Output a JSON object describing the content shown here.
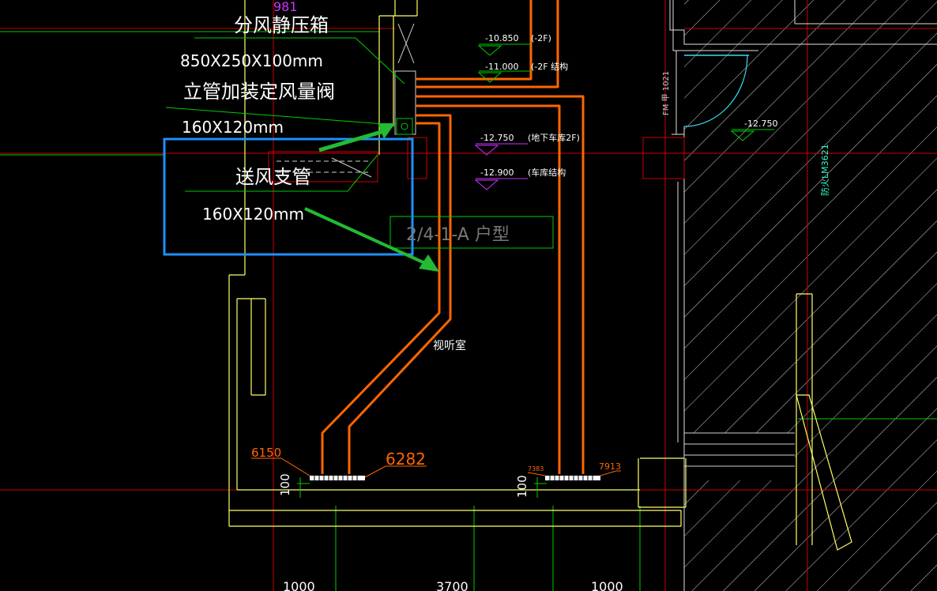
{
  "colors": {
    "background": "#000000",
    "duct": "#ff6600",
    "wall": "#ffff66",
    "axis_red": "#cc0000",
    "hatch": "#cfcfcf",
    "green_line": "#00cc00",
    "highlight_box": "#1e90ff",
    "arrow": "#22bb33",
    "magenta": "#cc33ff",
    "cyan": "#33ffcc",
    "text": "#ffffff"
  },
  "annotations": {
    "plenum_title": "分风静压箱",
    "plenum_size": "850X250X100mm",
    "damper_note": "立管加装定风量阀",
    "damper_size": "160X120mm",
    "branch_title": "送风支管",
    "branch_size": "160X120mm",
    "unit_type": "2/4-1-A 户型",
    "room_name": "视听室",
    "door_tag": "FM 甲 1021",
    "side_tag": "防火LM3621"
  },
  "elevations": [
    {
      "value": "-10.850",
      "note": "(-2F)"
    },
    {
      "value": "-11.000",
      "note": "(-2F 结构"
    },
    {
      "value": "-12.750",
      "note": "(地下车库2F)"
    },
    {
      "value": "-12.900",
      "note": "(车库结构"
    },
    {
      "value": "-12.750",
      "note": ""
    }
  ],
  "diffusers": [
    {
      "left_tag": "6150",
      "right_tag": "6282",
      "clearance": "100"
    },
    {
      "left_tag": "7383",
      "right_tag": "7913",
      "clearance": "100"
    }
  ],
  "dimensions": [
    "1000",
    "3700",
    "1000"
  ],
  "top_tag": "981"
}
